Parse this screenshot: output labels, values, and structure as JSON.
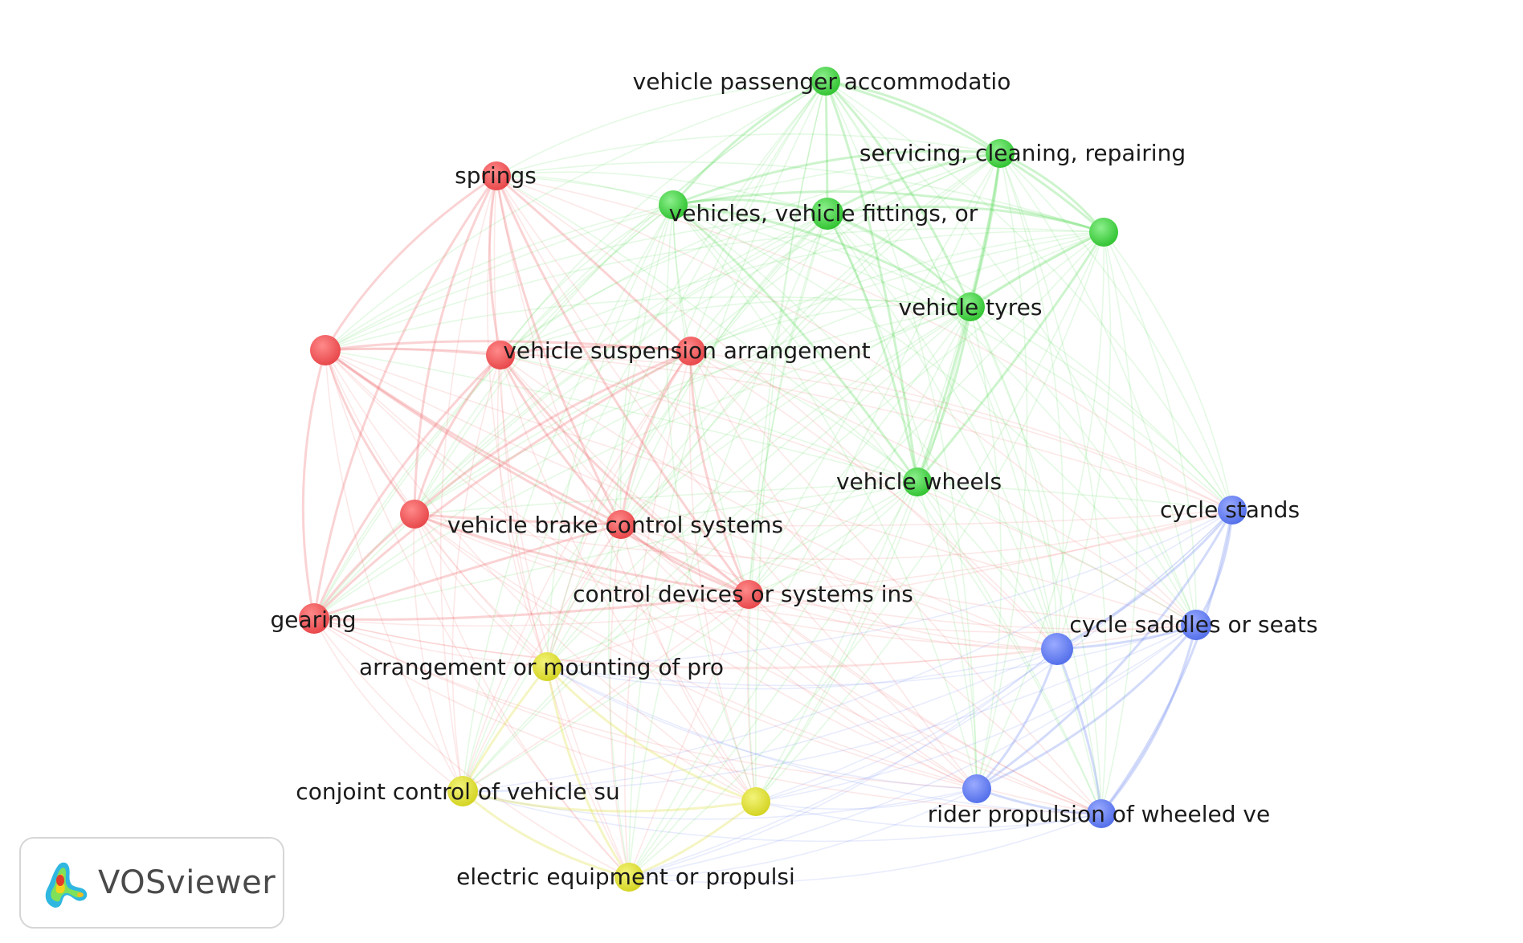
{
  "app": {
    "name": "VOSviewer"
  },
  "clusters": {
    "red": "#e8484b",
    "green": "#3ccf3c",
    "blue": "#5b76ee",
    "yellow": "#dcdc2c"
  },
  "nodes": [
    {
      "id": "vehicle-passenger-accommodatio",
      "label": "vehicle passenger accommodatio",
      "cluster": "green"
    },
    {
      "id": "servicing-cleaning-repairing",
      "label": "servicing, cleaning, repairing",
      "cluster": "green"
    },
    {
      "id": "vehicles-vehicle-fittings",
      "label": "vehicles, vehicle fittings, or",
      "cluster": "green"
    },
    {
      "id": "green-unlabeled-1",
      "label": "",
      "cluster": "green"
    },
    {
      "id": "green-unlabeled-2",
      "label": "",
      "cluster": "green"
    },
    {
      "id": "vehicle-tyres",
      "label": "vehicle tyres",
      "cluster": "green"
    },
    {
      "id": "vehicle-wheels",
      "label": "vehicle wheels",
      "cluster": "green"
    },
    {
      "id": "springs",
      "label": "springs",
      "cluster": "red"
    },
    {
      "id": "red-unlabeled-1",
      "label": "",
      "cluster": "red"
    },
    {
      "id": "red-unlabeled-2",
      "label": "",
      "cluster": "red"
    },
    {
      "id": "vehicle-suspension-arrangement",
      "label": "vehicle suspension arrangement",
      "cluster": "red"
    },
    {
      "id": "red-unlabeled-3",
      "label": "",
      "cluster": "red"
    },
    {
      "id": "vehicle-brake-control-systems",
      "label": "vehicle brake control systems",
      "cluster": "red"
    },
    {
      "id": "control-devices-or-systems-ins",
      "label": "control devices or systems ins",
      "cluster": "red"
    },
    {
      "id": "gearing",
      "label": "gearing",
      "cluster": "red"
    },
    {
      "id": "cycle-stands",
      "label": "cycle stands",
      "cluster": "blue"
    },
    {
      "id": "cycle-saddles-or-seats",
      "label": "cycle saddles or seats",
      "cluster": "blue"
    },
    {
      "id": "blue-unlabeled-1",
      "label": "",
      "cluster": "blue"
    },
    {
      "id": "blue-unlabeled-2",
      "label": "",
      "cluster": "blue"
    },
    {
      "id": "rider-propulsion-of-wheeled-ve",
      "label": "rider propulsion of wheeled ve",
      "cluster": "blue"
    },
    {
      "id": "arrangement-or-mounting-of-pro",
      "label": "arrangement or mounting of pro",
      "cluster": "yellow"
    },
    {
      "id": "conjoint-control-of-vehicle-su",
      "label": "conjoint control of vehicle su",
      "cluster": "yellow"
    },
    {
      "id": "yellow-unlabeled-1",
      "label": "",
      "cluster": "yellow"
    },
    {
      "id": "electric-equipment-or-propulsi",
      "label": "electric equipment or propulsi",
      "cluster": "yellow"
    }
  ]
}
